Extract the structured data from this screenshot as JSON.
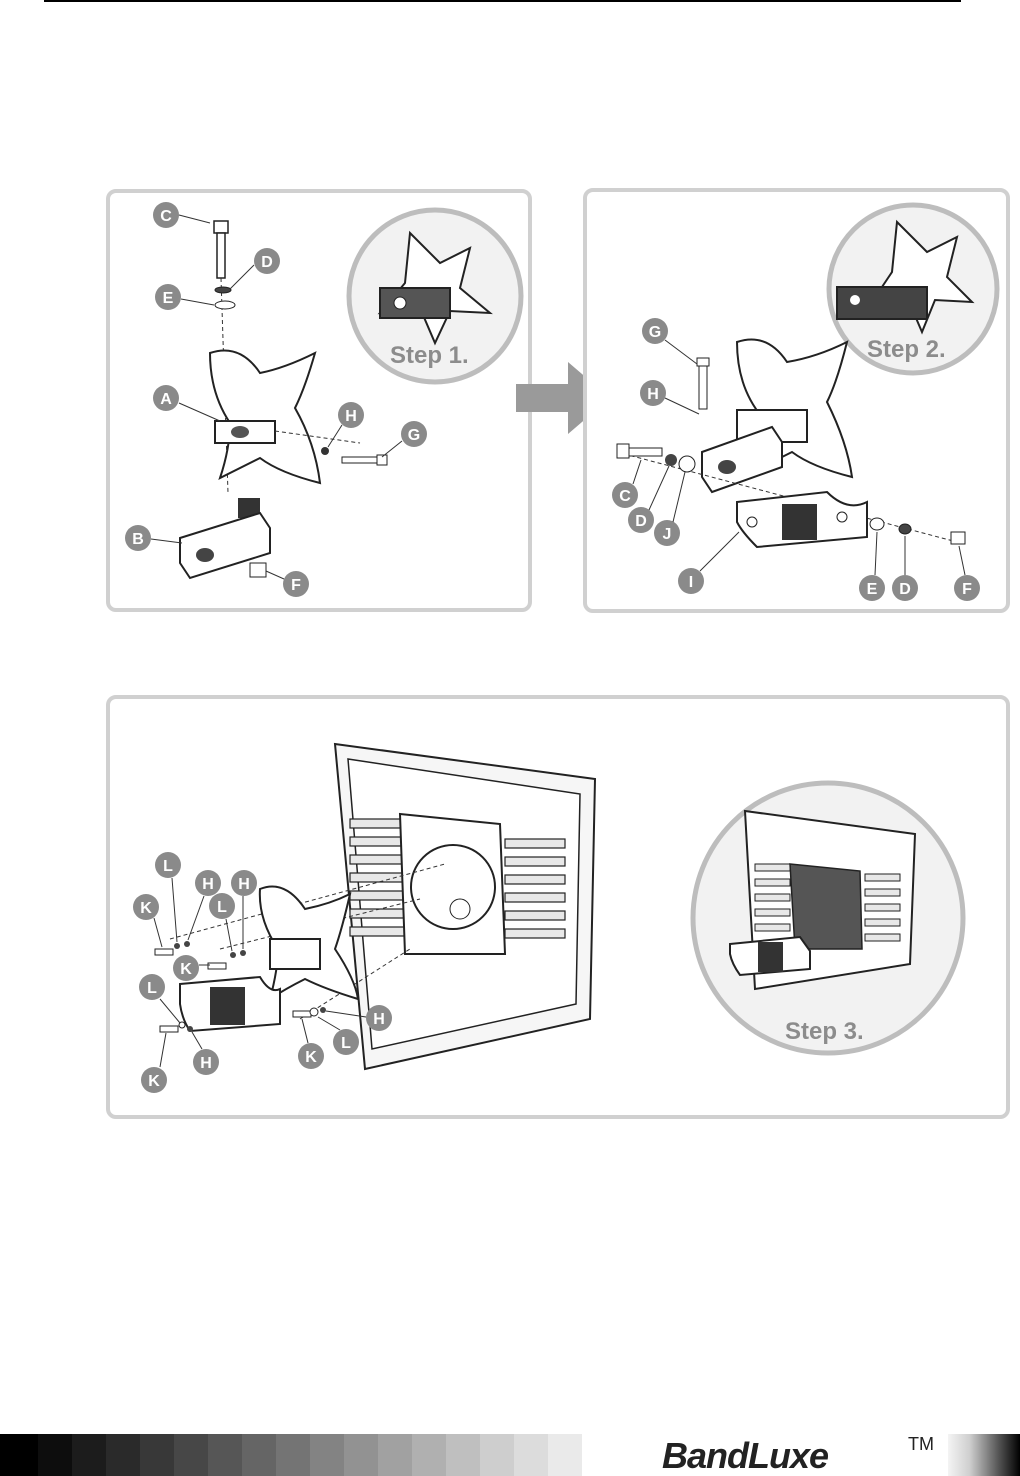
{
  "steps": {
    "step1": "Step 1.",
    "step2": "Step 2.",
    "step3": "Step 3."
  },
  "callouts": {
    "p1": [
      "C",
      "D",
      "E",
      "A",
      "H",
      "G",
      "B",
      "F"
    ],
    "p2": [
      "G",
      "H",
      "C",
      "D",
      "J",
      "I",
      "E",
      "D",
      "F"
    ],
    "p3": [
      "L",
      "H",
      "H",
      "K",
      "L",
      "K",
      "L",
      "H",
      "K",
      "K",
      "L",
      "H"
    ]
  },
  "footer": {
    "brand": "BandLuxe",
    "trademark": "TM"
  },
  "colors": {
    "panel_border": "#d0d0d0",
    "callout_fill": "#8a8a8a",
    "callout_text": "#ffffff",
    "step_text": "#8c8c8c",
    "arrow": "#9a9a9a"
  }
}
